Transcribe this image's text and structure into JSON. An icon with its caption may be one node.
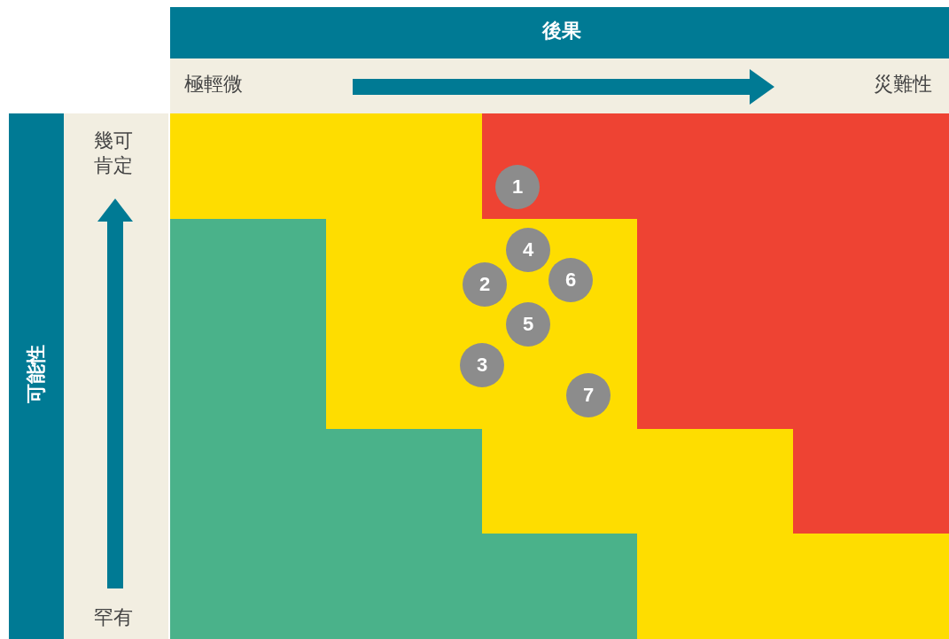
{
  "diagram": {
    "labels": [
      "後果",
      "極輕微",
      "災難性",
      "可能性",
      "幾可肯定",
      "罕有",
      "1",
      "4",
      "6",
      "2",
      "5",
      "3",
      "7"
    ]
  }
}
